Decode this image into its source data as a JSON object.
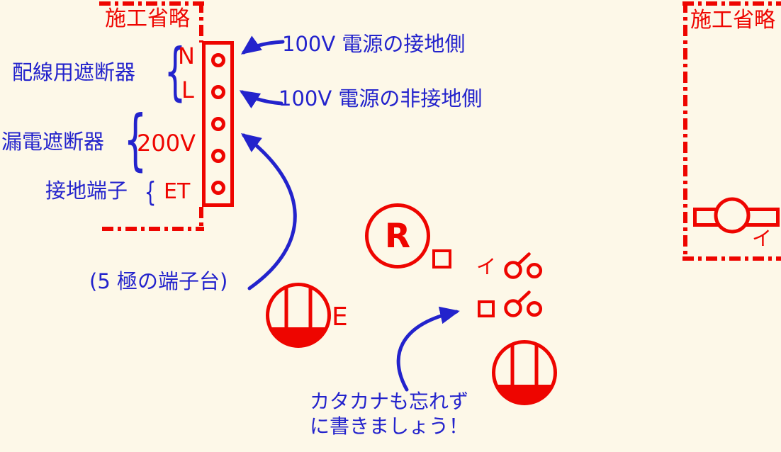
{
  "colors": {
    "background": "#FDF8E8",
    "diagram_red": "#EE0500",
    "annotation_blue": "#2323CC"
  },
  "left_omission": {
    "label": "施工省略"
  },
  "right_omission": {
    "label": "施工省略"
  },
  "terminal_block": {
    "pole_count": 5,
    "note": "(5 極の端子台)",
    "groups": [
      {
        "name": "配線用遮断器",
        "terminals": [
          "N",
          "L"
        ]
      },
      {
        "name": "漏電遮断器",
        "terminals": [
          "200V"
        ]
      },
      {
        "name": "接地端子",
        "terminals": [
          "ET"
        ]
      }
    ]
  },
  "annotations": {
    "grounded_side": "100V 電源の接地側",
    "ungrounded_side": "100V 電源の非接地側",
    "katakana_note_line1": "カタカナも忘れず",
    "katakana_note_line2": "に書きましょう！"
  },
  "symbols": {
    "lamp_r_letter": "R",
    "lamp_r_switch_mark": "ロ",
    "receptacle_ground_label": "E",
    "switch_row1_mark": "イ",
    "switch_row2_mark": "ロ",
    "ceiling_light_mark": "イ",
    "icon_names": [
      "terminal-block-5p",
      "switch-contact-icon",
      "receptacle-icon",
      "ceiling-light-icon",
      "lamp-r-icon"
    ]
  }
}
